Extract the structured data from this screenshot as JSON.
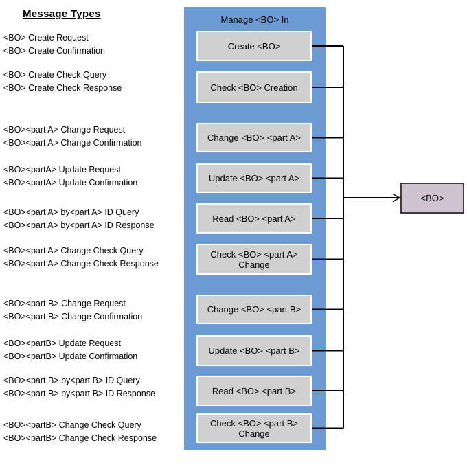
{
  "message_types": {
    "heading": "Message Types",
    "groups": [
      {
        "lines": [
          "<BO> Create Request",
          "<BO> Create Confirmation"
        ]
      },
      {
        "lines": [
          "<BO> Create Check Query",
          "<BO> Create Check Response"
        ]
      },
      {
        "lines": [
          "<BO><part A> Change Request",
          "<BO><part A> Change Confirmation"
        ]
      },
      {
        "lines": [
          "<BO><partA> Update Request",
          "<BO><partA> Update Confirmation"
        ]
      },
      {
        "lines": [
          "<BO><part A> by<part A> ID Query",
          "<BO><part A> by<part A> ID Response"
        ]
      },
      {
        "lines": [
          "<BO><part A> Change Check Query",
          "<BO><part A> Change Check Response"
        ]
      },
      {
        "lines": [
          "<BO><part B> Change Request",
          "<BO><part B> Change Confirmation"
        ]
      },
      {
        "lines": [
          "<BO><partB> Update Request",
          "<BO><partB> Update Confirmation"
        ]
      },
      {
        "lines": [
          "<BO><part B> by<part B> ID Query",
          "<BO><part B> by<part B> ID Response"
        ]
      },
      {
        "lines": [
          "<BO><partB> Change Check Query",
          "<BO><partB> Change Check Response"
        ]
      }
    ]
  },
  "manage_column": {
    "title": "Manage <BO> In",
    "boxes": [
      {
        "label": "Create <BO>"
      },
      {
        "label": "Check <BO> Creation"
      },
      {
        "label": "Change <BO> <part A>"
      },
      {
        "label": "Update <BO> <part A>"
      },
      {
        "label": "Read <BO> <part A>"
      },
      {
        "label": "Check <BO> <part A> Change"
      },
      {
        "label": "Change <BO> <part B>"
      },
      {
        "label": "Update <BO> <part B>"
      },
      {
        "label": "Read <BO> <part B>"
      },
      {
        "label": "Check <BO> <part B> Change"
      }
    ]
  },
  "bo_box": {
    "label": "<BO>"
  },
  "colors": {
    "panel_blue": "#6b9bd2",
    "operation_box_gray": "#d0d0d0",
    "operation_box_border": "#ffffff",
    "bo_box_pink": "#d0c3d0",
    "bo_box_border": "#3c3c3c",
    "connector_line": "#000000"
  }
}
